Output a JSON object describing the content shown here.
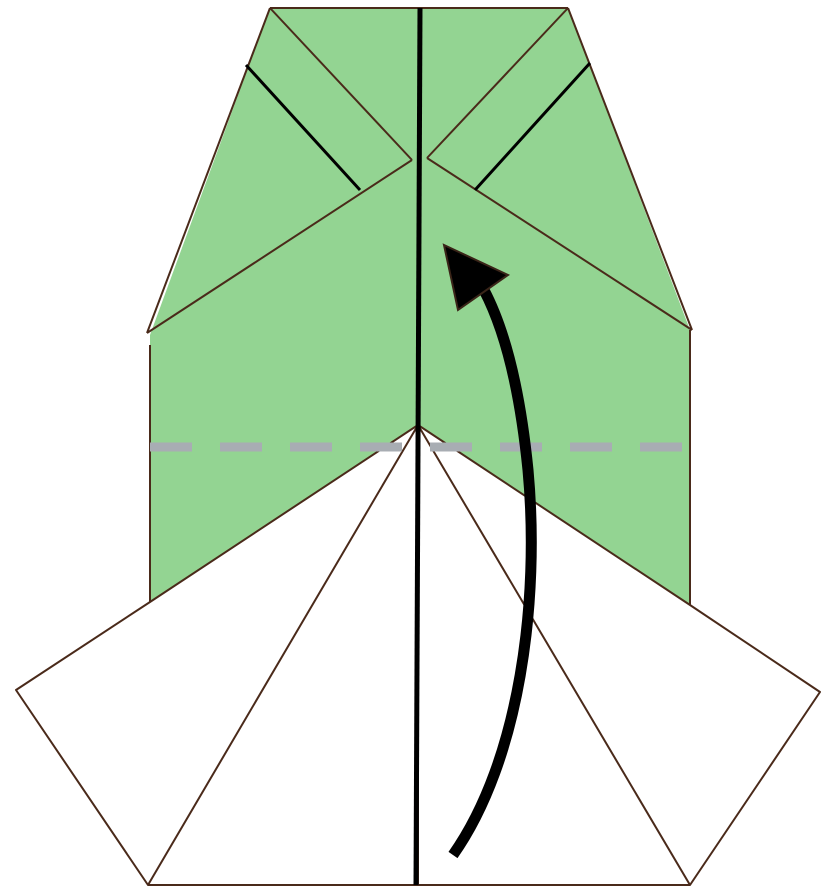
{
  "diagram": {
    "kind": "origami-fold-step",
    "colors": {
      "paper_front": "#93d492",
      "paper_back": "#ffffff",
      "edge": "#4a2a1a",
      "crease": "#000000",
      "fold_line": "#a8adb3",
      "arrow": "#000000",
      "arrow_head_outline": "#3a2418"
    },
    "elements": [
      {
        "name": "green-paper-body",
        "shape": "folded-paper",
        "color": "paper_front"
      },
      {
        "name": "top-left-flap",
        "shape": "triangle-flap",
        "color": "paper_front"
      },
      {
        "name": "top-right-flap",
        "shape": "triangle-flap",
        "color": "paper_front"
      },
      {
        "name": "bottom-left-white-flap",
        "shape": "kite-flap",
        "color": "paper_back"
      },
      {
        "name": "bottom-right-white-flap",
        "shape": "kite-flap",
        "color": "paper_back"
      },
      {
        "name": "center-crease-line",
        "shape": "line",
        "color": "crease"
      },
      {
        "name": "valley-fold-dashed-line",
        "shape": "dashed-line",
        "color": "fold_line"
      },
      {
        "name": "fold-up-arrow",
        "shape": "curved-arrow",
        "direction": "up",
        "color": "arrow"
      }
    ]
  }
}
